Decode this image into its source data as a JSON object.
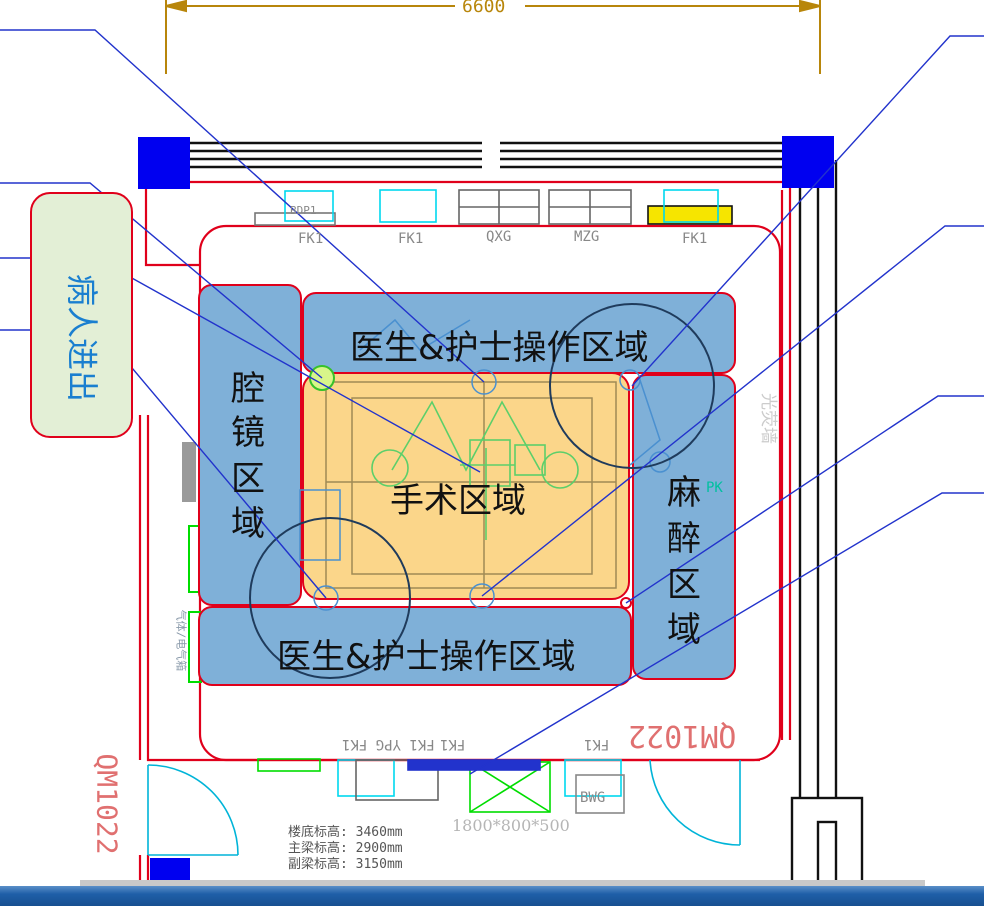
{
  "dimension": {
    "width_label": "6600"
  },
  "zones": {
    "operator_top": "医生&护士操作区域",
    "operator_bottom": "医生&护士操作区域",
    "surgery": "手术区域",
    "endoscope": [
      "腔",
      "镜",
      "区",
      "域"
    ],
    "anesthesia": [
      "麻",
      "醉",
      "区",
      "域"
    ],
    "patient_entry": "病人进出"
  },
  "equipment_labels": {
    "top": [
      "FK1",
      "FK1",
      "QXG",
      "MZG",
      "FK1"
    ],
    "top_small": "BDP1",
    "bottom": [
      "FK1 YPG FK1",
      "FK1",
      "FK1"
    ],
    "bwg": "BWG",
    "pk": "PK",
    "box_size": "1800*800*500",
    "door_code_right": "QM1022",
    "door_code_left": "QM1022",
    "side_wall": "光荧墙",
    "left_side_panel": "气体/电气箱"
  },
  "height_notes": [
    "楼底标高: 3460mm",
    "主梁标高: 2900mm",
    "副梁标高: 3150mm"
  ],
  "colors": {
    "zone_blue": "#7fb0d8",
    "surgery_orange": "#fbd68a",
    "wall_red": "#e0001b",
    "equipment_cyan": "#00d8ee",
    "column_blue": "#0000f0",
    "leader_blue": "#2233cc",
    "dimension_gold": "#b8860b",
    "patient_green": "#e3efd6"
  }
}
